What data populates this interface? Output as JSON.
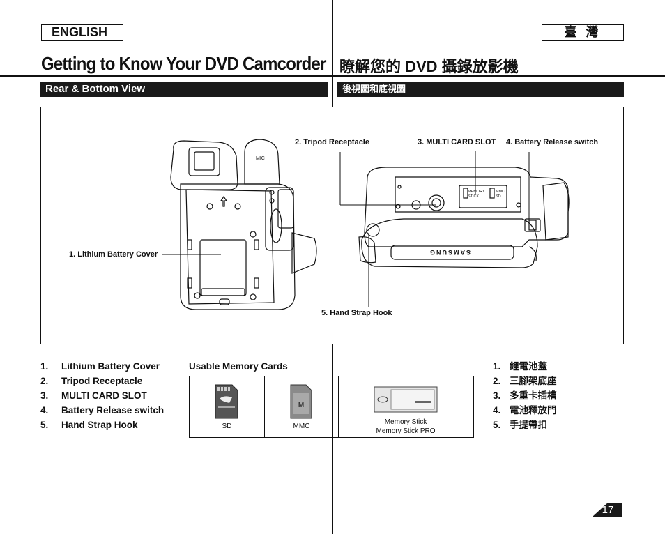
{
  "header": {
    "lang_en": "ENGLISH",
    "lang_zh": "臺 灣",
    "title_en": "Getting to Know Your DVD Camcorder",
    "title_zh": "瞭解您的 DVD 攝錄放影機"
  },
  "section": {
    "title_en": "Rear & Bottom View",
    "title_zh": "後視圖和底視圖"
  },
  "callouts": {
    "battery_cover": "1. Lithium Battery Cover",
    "tripod": "2. Tripod Receptacle",
    "card_slot": "3. MULTI CARD SLOT",
    "battery_release": "4. Battery Release switch",
    "hand_strap": "5. Hand Strap Hook"
  },
  "device_labels": {
    "mic": "MIC",
    "memory_stick_label": "MEMORY STICK",
    "mmc_sd_label": "MMC SD",
    "brand": "SAMSUNG"
  },
  "list_en": [
    {
      "num": "1.",
      "label": "Lithium Battery Cover"
    },
    {
      "num": "2.",
      "label": "Tripod Receptacle"
    },
    {
      "num": "3.",
      "label": "MULTI CARD SLOT"
    },
    {
      "num": "4.",
      "label": "Battery Release switch"
    },
    {
      "num": "5.",
      "label": "Hand Strap Hook"
    }
  ],
  "list_zh": [
    {
      "num": "1.",
      "label": "鋰電池蓋"
    },
    {
      "num": "2.",
      "label": "三腳架底座"
    },
    {
      "num": "3.",
      "label": "多重卡插槽"
    },
    {
      "num": "4.",
      "label": "電池釋放門"
    },
    {
      "num": "5.",
      "label": "手提帶扣"
    }
  ],
  "memory_cards": {
    "title": "Usable Memory Cards",
    "cards": [
      {
        "label": "SD"
      },
      {
        "label": "MMC"
      },
      {
        "label_line1": "Memory Stick",
        "label_line2": "Memory Stick PRO"
      }
    ]
  },
  "page_number": "17",
  "colors": {
    "section_bar": "#1a1a1a",
    "line": "#111111",
    "card_gray": "#8a8a8a"
  }
}
